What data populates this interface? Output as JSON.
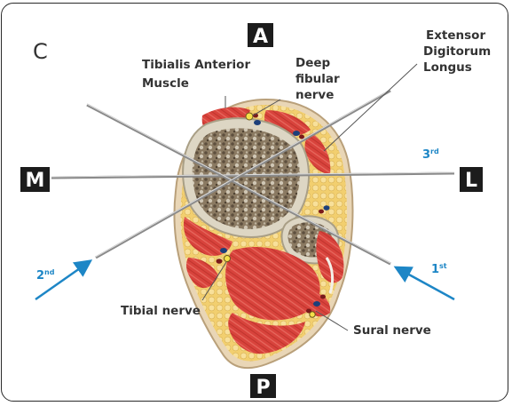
{
  "panel_letter": "C",
  "orientation": {
    "anterior": "A",
    "posterior": "P",
    "medial": "M",
    "lateral": "L"
  },
  "structures": {
    "tibialis_anterior": [
      "Tibialis Anterior",
      "Muscle"
    ],
    "deep_fibular_nerve": [
      "Deep",
      "fibular",
      "nerve"
    ],
    "extensor_digitorum_longus": [
      "Extensor",
      "Digitorum",
      "Longus"
    ],
    "tibial_nerve": "Tibial nerve",
    "sural_nerve": "Sural nerve"
  },
  "approaches": {
    "first": {
      "num": "1",
      "sup": "st"
    },
    "second": {
      "num": "2",
      "sup": "nd"
    },
    "third": {
      "num": "3",
      "sup": "rd"
    }
  },
  "colors": {
    "arrow": "#1d86c6",
    "muscle": "#d9433d",
    "fat": "#f3d27a",
    "bone_cortex": "#d8d2c0",
    "marrow": "#7a6a55"
  }
}
